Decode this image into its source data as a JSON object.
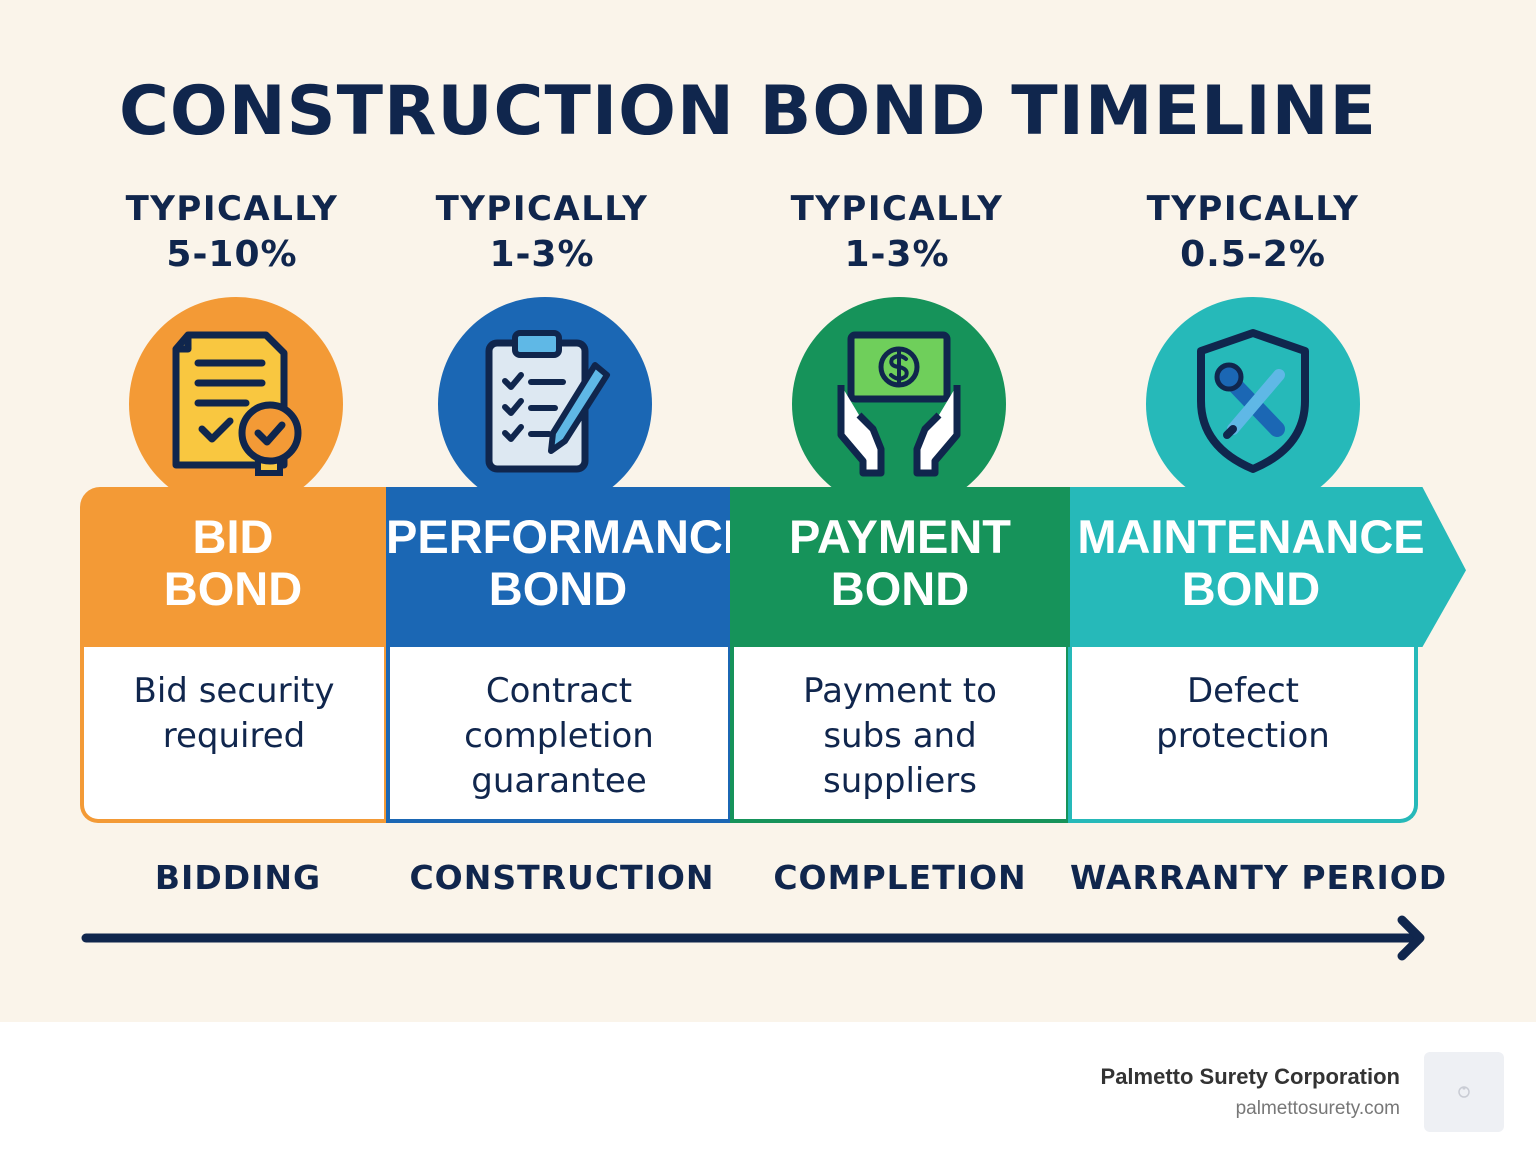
{
  "title": "CONSTRUCTION BOND TIMELINE",
  "colors": {
    "background": "#faf4ea",
    "navy": "#10264d",
    "bid": "#f39a36",
    "performance": "#1b67b4",
    "payment": "#16935a",
    "maintenance": "#26b9b9"
  },
  "bonds": [
    {
      "rate_label": "TYPICALLY",
      "rate_value": "5-10%",
      "name": "BID\nBOND",
      "description": "Bid security\nrequired",
      "phase": "BIDDING",
      "icon": "document-badge-icon",
      "color": "#f39a36"
    },
    {
      "rate_label": "TYPICALLY",
      "rate_value": "1-3%",
      "name": "PERFORMANCE\nBOND",
      "description": "Contract\ncompletion\nguarantee",
      "phase": "CONSTRUCTION",
      "icon": "clipboard-pencil-icon",
      "color": "#1b67b4"
    },
    {
      "rate_label": "TYPICALLY",
      "rate_value": "1-3%",
      "name": "PAYMENT\nBOND",
      "description": "Payment to\nsubs and\nsuppliers",
      "phase": "COMPLETION",
      "icon": "money-hands-icon",
      "color": "#16935a"
    },
    {
      "rate_label": "TYPICALLY",
      "rate_value": "0.5-2%",
      "name": "MAINTENANCE\nBOND",
      "description": "Defect\nprotection",
      "phase": "WARRANTY PERIOD",
      "icon": "shield-tools-icon",
      "color": "#26b9b9"
    }
  ],
  "footer": {
    "company": "Palmetto Surety Corporation",
    "url": "palmettosurety.com"
  }
}
